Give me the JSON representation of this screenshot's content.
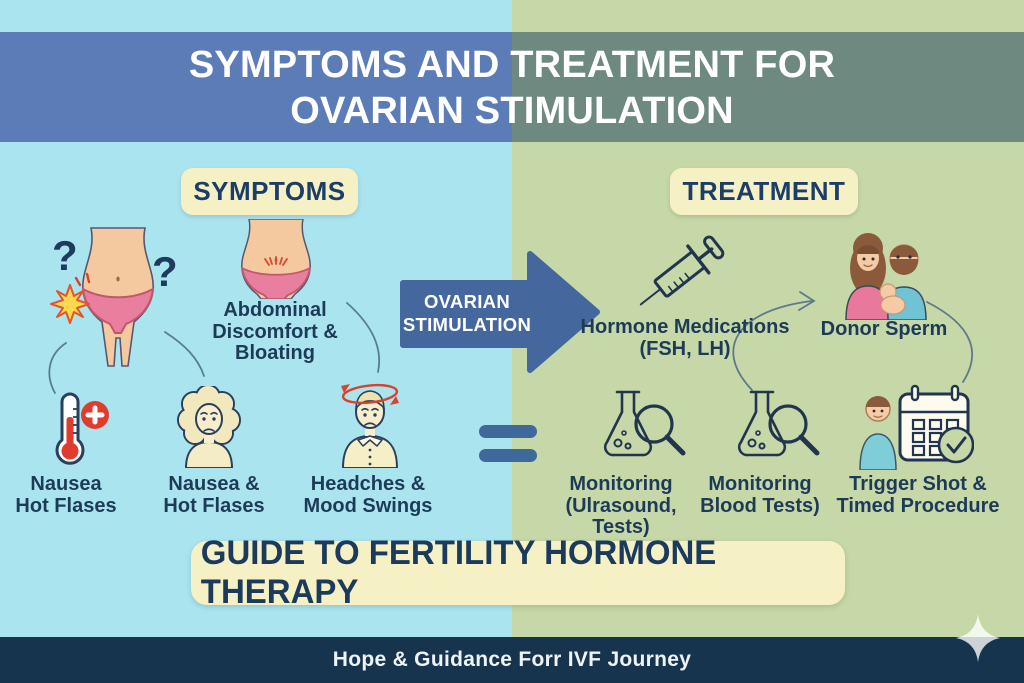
{
  "header": {
    "title_line1": "SYMPTOMS AND TREATMENT FOR",
    "title_line2": "OVARIAN STIMULATION"
  },
  "symptoms": {
    "heading": "SYMPTOMS",
    "pain_illustration": {
      "icon": "abdomen-pain-icon",
      "question_mark_left": "?",
      "question_mark_right": "?"
    },
    "items": [
      {
        "icon": "abdomen-icon",
        "label": "Abdominal\nDiscomfort &\nBloating"
      },
      {
        "icon": "thermometer-icon",
        "label": "Nausea\nHot Flases"
      },
      {
        "icon": "woman-icon",
        "label": "Nausea &\nHot Flases"
      },
      {
        "icon": "dizzy-man-icon",
        "label": "Headches &\nMood Swings"
      }
    ]
  },
  "flow": {
    "arrow_line1": "OVARIAN",
    "arrow_line2": "STIMULATION"
  },
  "treatment": {
    "heading": "TREATMENT",
    "items": [
      {
        "icon": "syringe-icon",
        "label": "Hormone Medications\n(FSH, LH)"
      },
      {
        "icon": "family-icon",
        "label": "Donor Sperm"
      },
      {
        "icon": "flask-magnifier-icon",
        "label": "Monitoring\n(Ulrasound, Tests)"
      },
      {
        "icon": "flask-magnifier-icon",
        "label": "Monitoring\nBlood Tests)"
      },
      {
        "icon": "person-calendar-icon",
        "label": "Trigger Shot &\nTimed Procedure"
      }
    ]
  },
  "banner": {
    "text": "GUIDE TO FERTILITY HORMONE THERAPY"
  },
  "footer": {
    "text": "Hope & Guidance Forr IVF Journey"
  },
  "colors": {
    "left_background": "#aae4ef",
    "right_background": "#c6d8a7",
    "header_left": "#5b7cb7",
    "header_right": "#6e8a80",
    "badge_background": "#f6f1c5",
    "heading_text": "#1c3e66",
    "label_text": "#1d3b58",
    "arrow_blue": "#44689e",
    "equals_blue": "#3f689b",
    "footer_background": "#16344e",
    "footer_text": "#eef3f6",
    "alert_red": "#dd3b2a",
    "starburst_yellow": "#ffd94d",
    "skin": "#f4c9a0",
    "underwear_pink": "#e87f9e"
  }
}
